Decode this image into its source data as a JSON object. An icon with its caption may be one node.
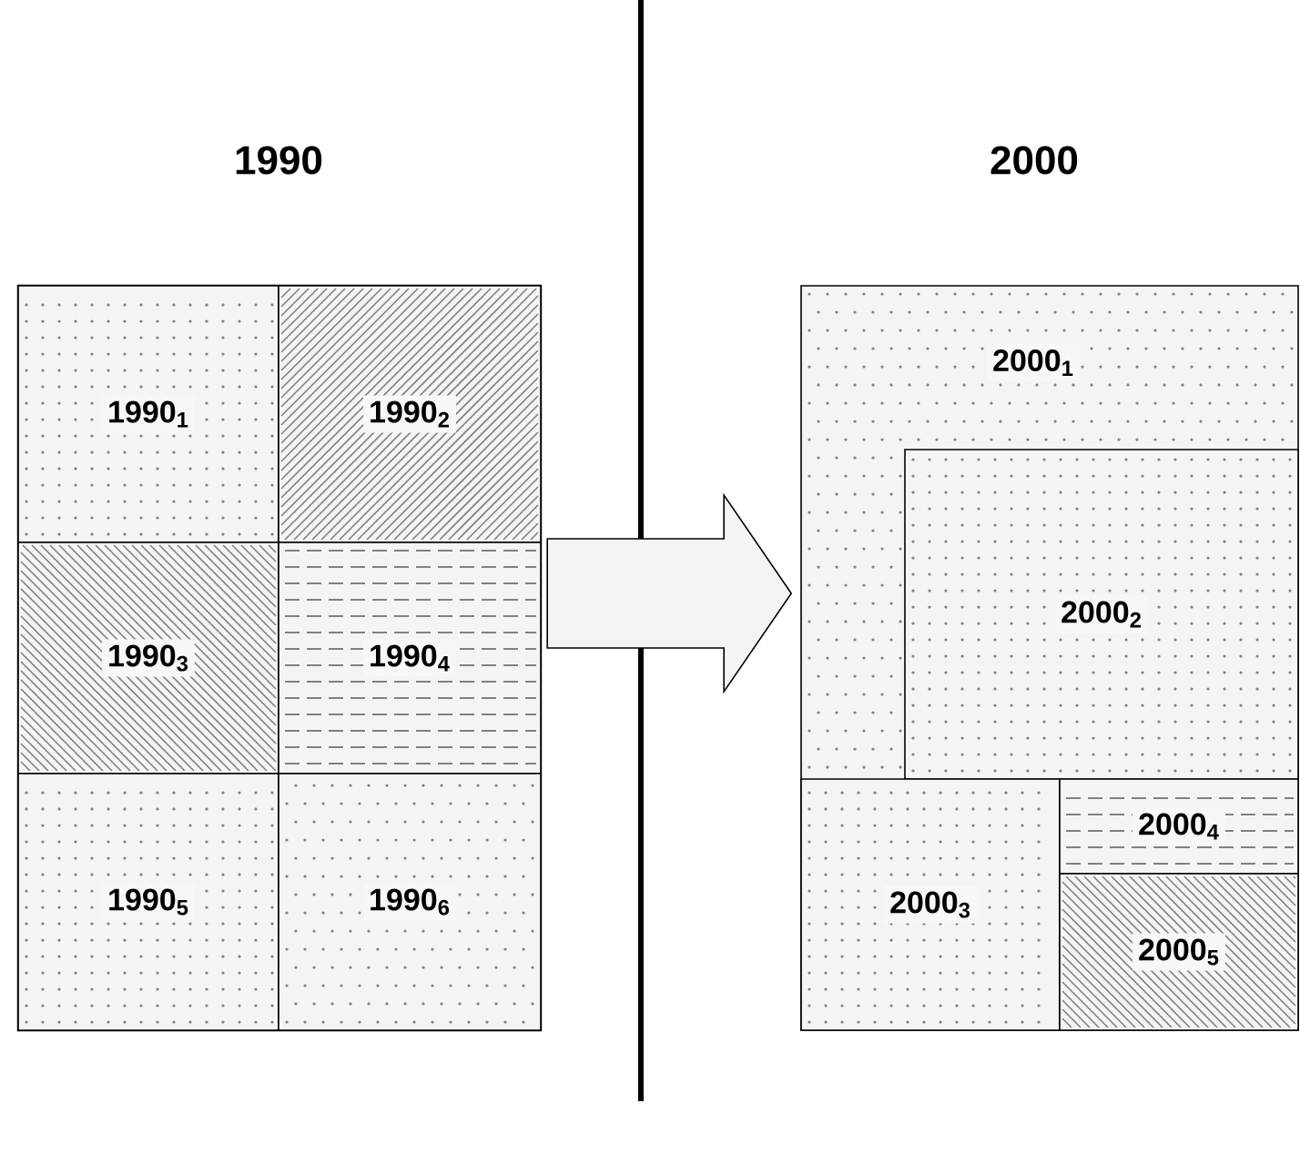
{
  "diagram": {
    "nodes": [
      {
        "text": [],
        "shape": "box"
      },
      {
        "text": [
          "1990$_{1}$"
        ],
        "in": 0
      },
      {
        "text": [
          "1990$_{2}$"
        ],
        "in": 0
      },
      {
        "text": [
          "1990$_{3}$"
        ],
        "in": 0
      },
      {
        "text": [
          "1990$_{4}$"
        ],
        "in": 0
      },
      {
        "text": [
          "1990$_{5}$"
        ],
        "in": 0
      },
      {
        "text": [
          "1990$_{6}$"
        ],
        "in": 0
      },
      {
        "text": [
          "2000$_{1}$"
        ]
      },
      {
        "text": [
          "2000$_{2}$"
        ],
        "in": 7
      },
      {
        "text": [
          "2000$_{3}$"
        ],
        "in": 7
      },
      {
        "text": [
          "2000$_{4}$"
        ],
        "in": 7
      },
      {
        "text": [
          "2000$_{5}$"
        ],
        "in": 7
      }
    ],
    "edges": [
      {
        "from": 0,
        "to": 7,
        "arrow": "to"
      }
    ],
    "labels": [
      "1990",
      "2000"
    ]
  }
}
